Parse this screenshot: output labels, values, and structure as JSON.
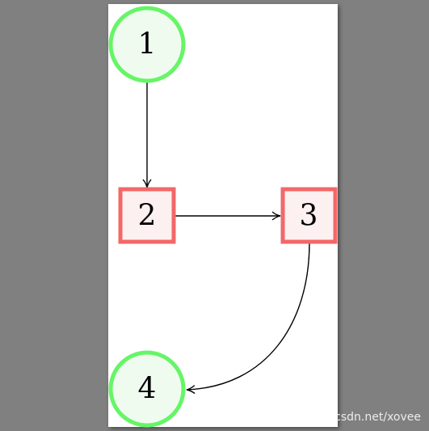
{
  "colors": {
    "background": "#808080",
    "page": "#ffffff",
    "circle_stroke": "#66f566",
    "circle_fill": "#f0fbf0",
    "rect_stroke": "#f26868",
    "rect_fill": "#fdf0f0",
    "edge": "#000000"
  },
  "nodes": [
    {
      "id": "1",
      "label": "1",
      "shape": "circle"
    },
    {
      "id": "2",
      "label": "2",
      "shape": "rectangle"
    },
    {
      "id": "3",
      "label": "3",
      "shape": "rectangle"
    },
    {
      "id": "4",
      "label": "4",
      "shape": "circle"
    }
  ],
  "edges": [
    {
      "from": "1",
      "to": "2",
      "style": "straight"
    },
    {
      "from": "2",
      "to": "3",
      "style": "straight"
    },
    {
      "from": "3",
      "to": "4",
      "style": "curved"
    }
  ],
  "watermark": "https://blog.csdn.net/xovee"
}
